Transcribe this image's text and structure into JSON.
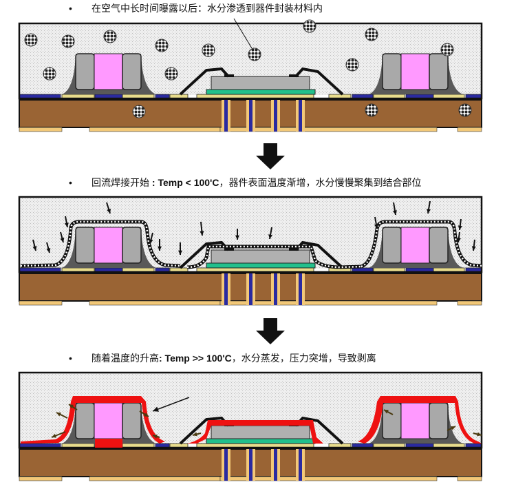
{
  "steps": [
    {
      "bullet": "•",
      "text_before": "在空气中长时间曝露以后：水分渗透到器件封装材料内",
      "temp": "",
      "text_after": ""
    },
    {
      "bullet": "•",
      "text_before": "回流焊接开始 ",
      "temp": ": Temp < 100'C",
      "text_after": "，器件表面温度渐增，水分慢慢聚集到结合部位"
    },
    {
      "bullet": "•",
      "text_before": "随着温度的升高",
      "temp": ": Temp >> 100'C",
      "text_after": "，水分蒸发，压力突增，导致剥离"
    }
  ],
  "colors": {
    "mold": "#ececec",
    "pcb": "#9a6434",
    "trace_blue": "#2a2aa0",
    "pad_yellow": "#e8dc8c",
    "bottom_pad": "#f2c878",
    "component_end": "#a9a9a9",
    "component_body": "#ff99ff",
    "fillet": "#595959",
    "die": "#b0b0b0",
    "substrate": "#22c08c",
    "moisture_outline": "#111111",
    "delamination": "#ee1111",
    "vapor_arrow": "#4a3a10"
  }
}
